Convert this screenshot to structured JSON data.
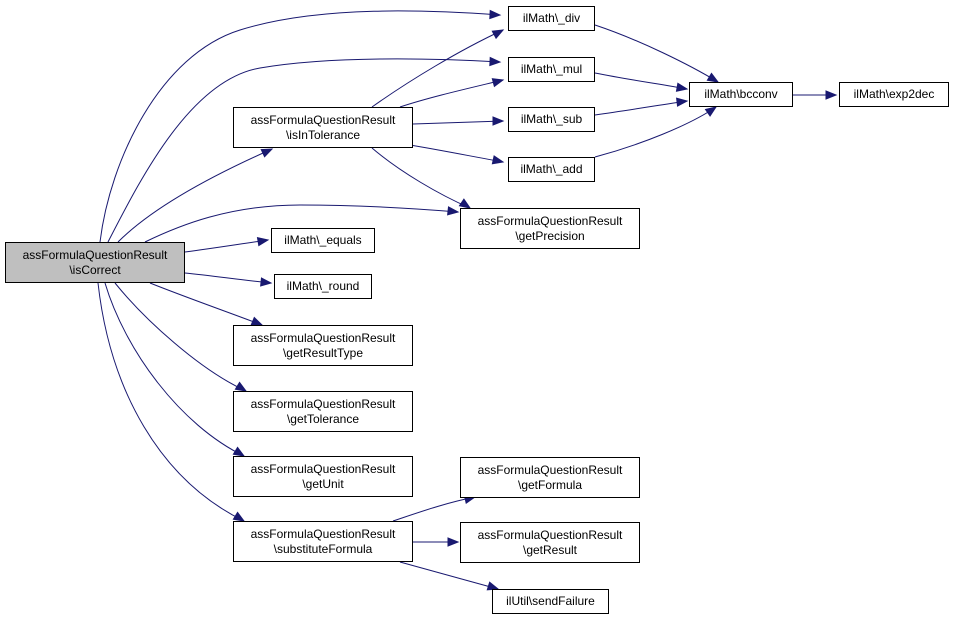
{
  "colors": {
    "edge": "#191970",
    "root_fill": "#bfbfbf",
    "node_fill": "#ffffff",
    "border": "#000000"
  },
  "nodes": {
    "isCorrect": {
      "line1": "assFormulaQuestionResult",
      "line2": "\\isCorrect"
    },
    "isInTolerance": {
      "line1": "assFormulaQuestionResult",
      "line2": "\\isInTolerance"
    },
    "div": {
      "line1": "ilMath\\_div"
    },
    "mul": {
      "line1": "ilMath\\_mul"
    },
    "sub": {
      "line1": "ilMath\\_sub"
    },
    "add": {
      "line1": "ilMath\\_add"
    },
    "bcconv": {
      "line1": "ilMath\\bcconv"
    },
    "exp2dec": {
      "line1": "ilMath\\exp2dec"
    },
    "getPrecision": {
      "line1": "assFormulaQuestionResult",
      "line2": "\\getPrecision"
    },
    "equals": {
      "line1": "ilMath\\_equals"
    },
    "round": {
      "line1": "ilMath\\_round"
    },
    "getResultType": {
      "line1": "assFormulaQuestionResult",
      "line2": "\\getResultType"
    },
    "getTolerance": {
      "line1": "assFormulaQuestionResult",
      "line2": "\\getTolerance"
    },
    "getUnit": {
      "line1": "assFormulaQuestionResult",
      "line2": "\\getUnit"
    },
    "substituteFormula": {
      "line1": "assFormulaQuestionResult",
      "line2": "\\substituteFormula"
    },
    "getFormula": {
      "line1": "assFormulaQuestionResult",
      "line2": "\\getFormula"
    },
    "getResult": {
      "line1": "assFormulaQuestionResult",
      "line2": "\\getResult"
    },
    "sendFailure": {
      "line1": "ilUtil\\sendFailure"
    }
  },
  "edges": [
    [
      "isCorrect",
      "isInTolerance"
    ],
    [
      "isCorrect",
      "div"
    ],
    [
      "isCorrect",
      "mul"
    ],
    [
      "isCorrect",
      "getPrecision"
    ],
    [
      "isCorrect",
      "equals"
    ],
    [
      "isCorrect",
      "round"
    ],
    [
      "isCorrect",
      "getResultType"
    ],
    [
      "isCorrect",
      "getTolerance"
    ],
    [
      "isCorrect",
      "getUnit"
    ],
    [
      "isCorrect",
      "substituteFormula"
    ],
    [
      "isInTolerance",
      "div"
    ],
    [
      "isInTolerance",
      "mul"
    ],
    [
      "isInTolerance",
      "sub"
    ],
    [
      "isInTolerance",
      "add"
    ],
    [
      "isInTolerance",
      "getPrecision"
    ],
    [
      "div",
      "bcconv"
    ],
    [
      "mul",
      "bcconv"
    ],
    [
      "sub",
      "bcconv"
    ],
    [
      "add",
      "bcconv"
    ],
    [
      "bcconv",
      "exp2dec"
    ],
    [
      "substituteFormula",
      "getFormula"
    ],
    [
      "substituteFormula",
      "getResult"
    ],
    [
      "substituteFormula",
      "sendFailure"
    ]
  ]
}
